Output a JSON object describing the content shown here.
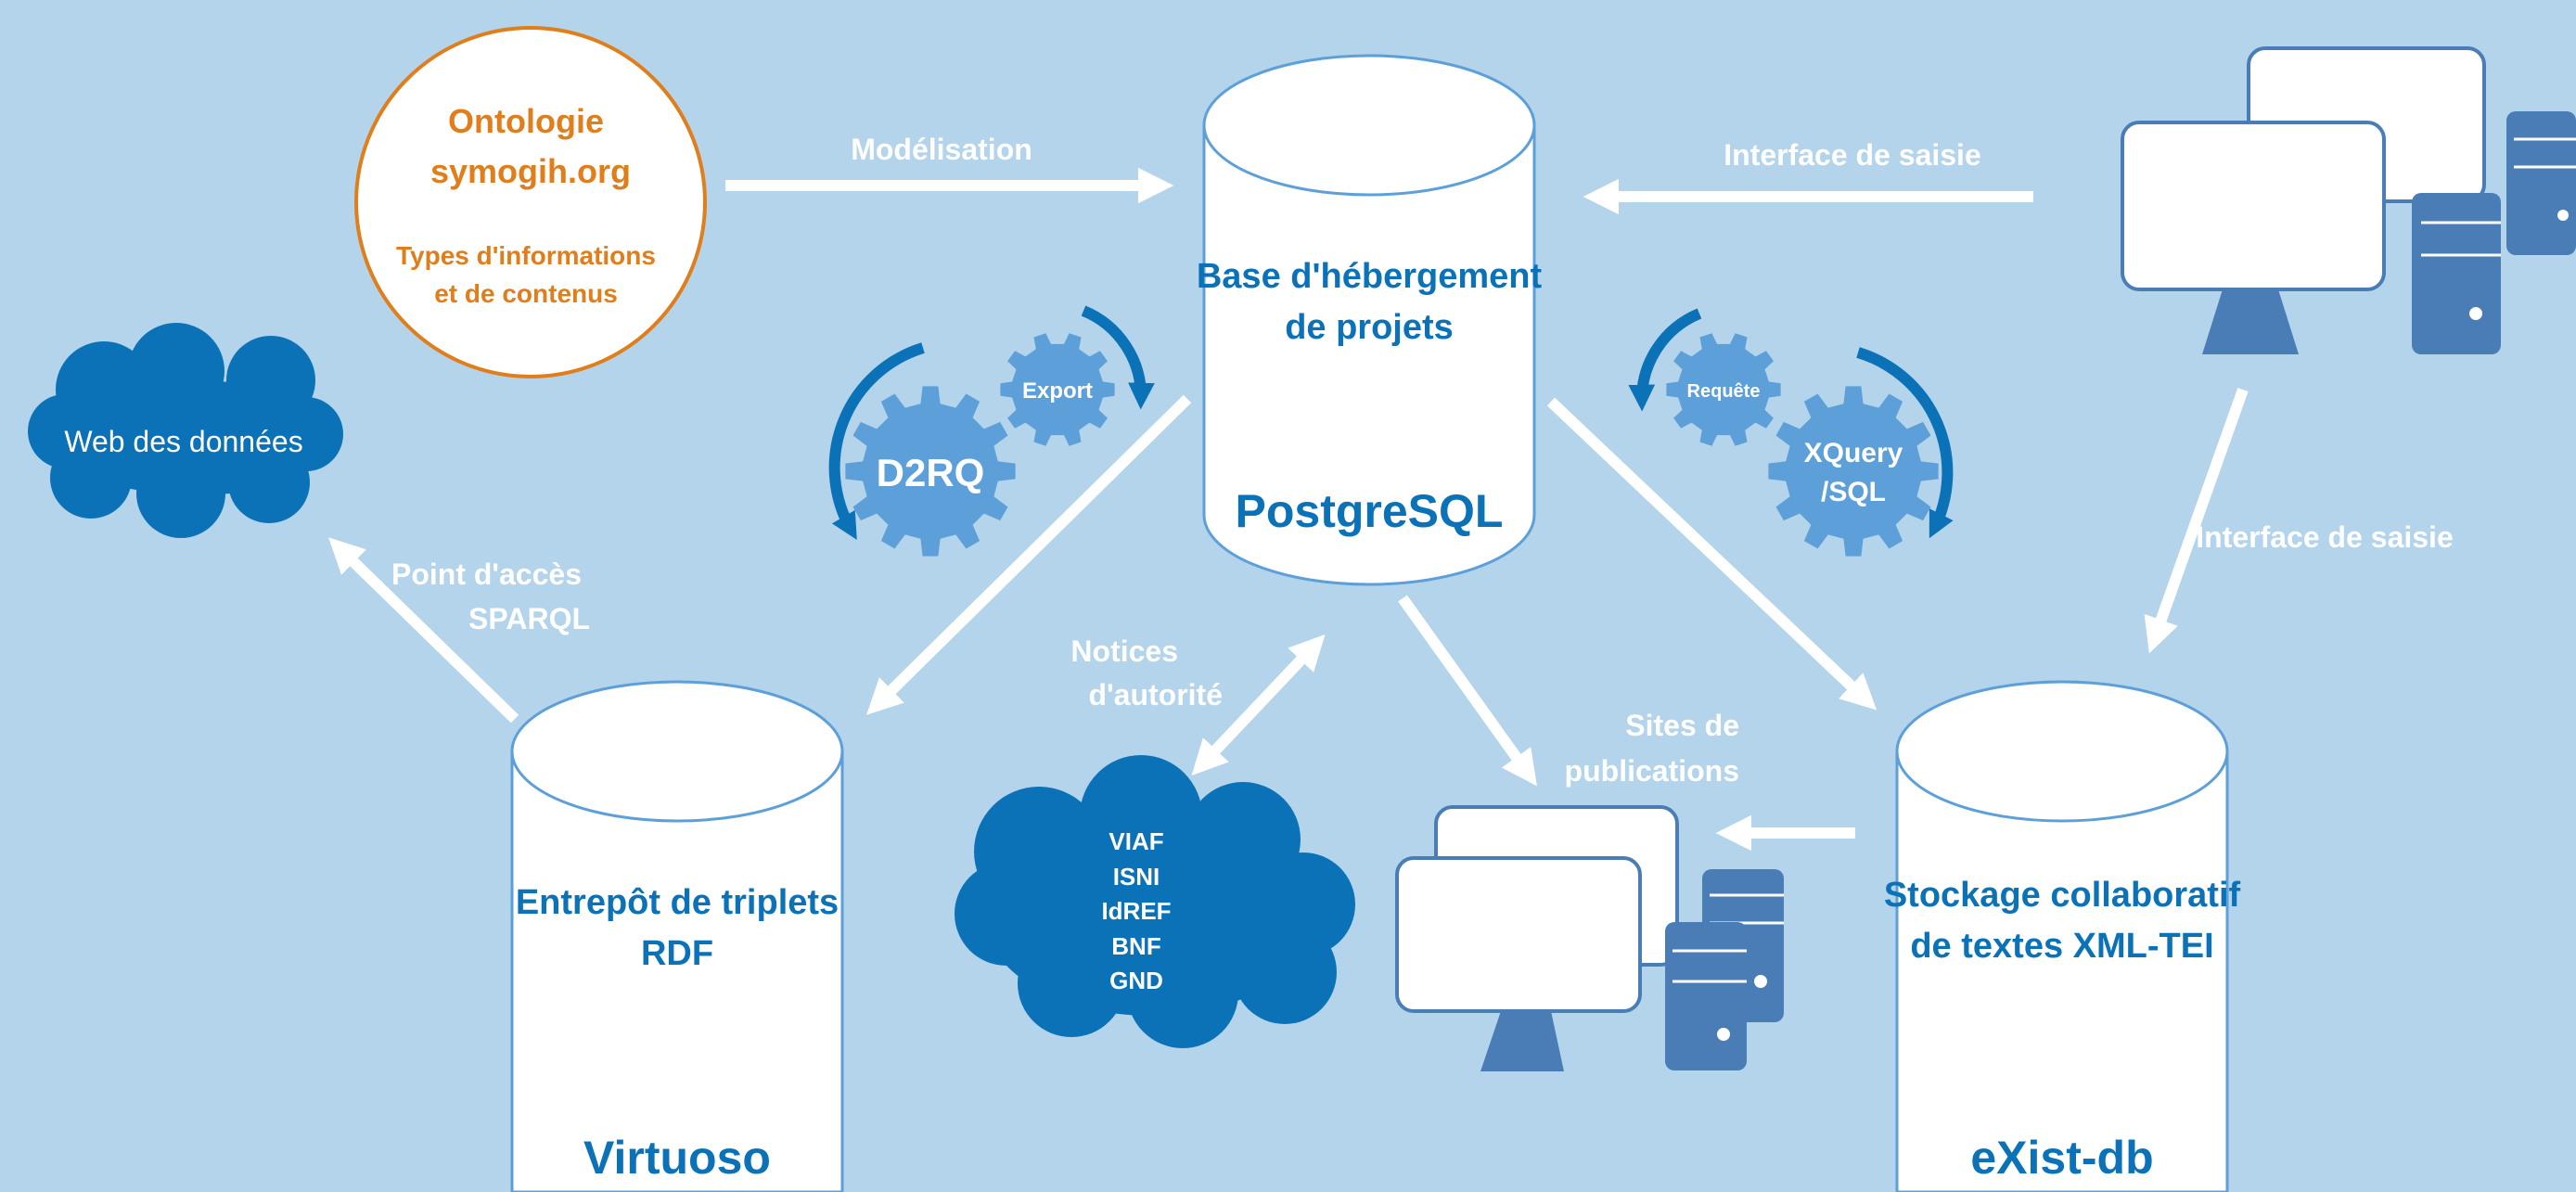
{
  "colors": {
    "background": "#b3d4ea",
    "blue_dark": "#0c72b8",
    "blue_mid": "#5d9fd8",
    "orange": "#e07e1b",
    "white": "#ffffff",
    "server": "#4a7db6"
  },
  "ontology": {
    "title_line1": "Ontologie",
    "title_line2": "symogih.org",
    "sub_line1": "Types d'informations",
    "sub_line2": "et de contenus"
  },
  "web_cloud": {
    "label": "Web des données"
  },
  "postgres": {
    "label_line1": "Base d'hébergement",
    "label_line2": "de projets",
    "name": "PostgreSQL"
  },
  "virtuoso": {
    "label_line1": "Entrepôt de triplets",
    "label_line2": "RDF",
    "name": "Virtuoso"
  },
  "exist": {
    "label_line1": "Stockage collaboratif",
    "label_line2": "de textes XML-TEI",
    "name": "eXist-db"
  },
  "authority_cloud": {
    "items": [
      "VIAF",
      "ISNI",
      "IdREF",
      "BNF",
      "GND"
    ]
  },
  "gears": {
    "left_big": "D2RQ",
    "left_small": "Export",
    "right_small": "Requête",
    "right_big_line1": "XQuery",
    "right_big_line2": "/SQL"
  },
  "arrow_labels": {
    "modelisation": "Modélisation",
    "interface_top": "Interface de saisie",
    "interface_right": "Interface de saisie",
    "sparql_line1": "Point d'accès",
    "sparql_line2": "SPARQL",
    "notices_line1": "Notices",
    "notices_line2": "d'autorité",
    "sites_line1": "Sites de",
    "sites_line2": "publications"
  }
}
